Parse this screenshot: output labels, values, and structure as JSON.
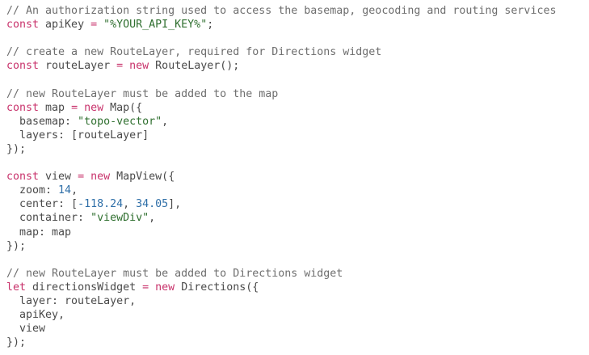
{
  "theme": {
    "background": "#ffffff",
    "plain": "#4a4a4a",
    "comment": "#6e6e6e",
    "keyword": "#c8326b",
    "string": "#2f6f2f",
    "number": "#2f6fa8"
  },
  "code": {
    "lines": [
      [
        {
          "t": "comment",
          "v": "// An authorization string used to access the basemap, geocoding and routing services"
        }
      ],
      [
        {
          "t": "keyword",
          "v": "const"
        },
        {
          "t": "plain",
          "v": " apiKey "
        },
        {
          "t": "operator",
          "v": "="
        },
        {
          "t": "plain",
          "v": " "
        },
        {
          "t": "string",
          "v": "\"%YOUR_API_KEY%\""
        },
        {
          "t": "plain",
          "v": ";"
        }
      ],
      [],
      [
        {
          "t": "comment",
          "v": "// create a new RouteLayer, required for Directions widget"
        }
      ],
      [
        {
          "t": "keyword",
          "v": "const"
        },
        {
          "t": "plain",
          "v": " routeLayer "
        },
        {
          "t": "operator",
          "v": "="
        },
        {
          "t": "plain",
          "v": " "
        },
        {
          "t": "keyword",
          "v": "new"
        },
        {
          "t": "plain",
          "v": " RouteLayer();"
        }
      ],
      [],
      [
        {
          "t": "comment",
          "v": "// new RouteLayer must be added to the map"
        }
      ],
      [
        {
          "t": "keyword",
          "v": "const"
        },
        {
          "t": "plain",
          "v": " map "
        },
        {
          "t": "operator",
          "v": "="
        },
        {
          "t": "plain",
          "v": " "
        },
        {
          "t": "keyword",
          "v": "new"
        },
        {
          "t": "plain",
          "v": " Map({"
        }
      ],
      [
        {
          "t": "plain",
          "v": "  basemap: "
        },
        {
          "t": "string",
          "v": "\"topo-vector\""
        },
        {
          "t": "plain",
          "v": ","
        }
      ],
      [
        {
          "t": "plain",
          "v": "  layers: [routeLayer]"
        }
      ],
      [
        {
          "t": "plain",
          "v": "});"
        }
      ],
      [],
      [
        {
          "t": "keyword",
          "v": "const"
        },
        {
          "t": "plain",
          "v": " view "
        },
        {
          "t": "operator",
          "v": "="
        },
        {
          "t": "plain",
          "v": " "
        },
        {
          "t": "keyword",
          "v": "new"
        },
        {
          "t": "plain",
          "v": " MapView({"
        }
      ],
      [
        {
          "t": "plain",
          "v": "  zoom: "
        },
        {
          "t": "number",
          "v": "14"
        },
        {
          "t": "plain",
          "v": ","
        }
      ],
      [
        {
          "t": "plain",
          "v": "  center: ["
        },
        {
          "t": "number",
          "v": "-118.24"
        },
        {
          "t": "plain",
          "v": ", "
        },
        {
          "t": "number",
          "v": "34.05"
        },
        {
          "t": "plain",
          "v": "],"
        }
      ],
      [
        {
          "t": "plain",
          "v": "  container: "
        },
        {
          "t": "string",
          "v": "\"viewDiv\""
        },
        {
          "t": "plain",
          "v": ","
        }
      ],
      [
        {
          "t": "plain",
          "v": "  map: map"
        }
      ],
      [
        {
          "t": "plain",
          "v": "});"
        }
      ],
      [],
      [
        {
          "t": "comment",
          "v": "// new RouteLayer must be added to Directions widget"
        }
      ],
      [
        {
          "t": "keyword",
          "v": "let"
        },
        {
          "t": "plain",
          "v": " directionsWidget "
        },
        {
          "t": "operator",
          "v": "="
        },
        {
          "t": "plain",
          "v": " "
        },
        {
          "t": "keyword",
          "v": "new"
        },
        {
          "t": "plain",
          "v": " Directions({"
        }
      ],
      [
        {
          "t": "plain",
          "v": "  layer: routeLayer,"
        }
      ],
      [
        {
          "t": "plain",
          "v": "  apiKey,"
        }
      ],
      [
        {
          "t": "plain",
          "v": "  view"
        }
      ],
      [
        {
          "t": "plain",
          "v": "});"
        }
      ]
    ]
  }
}
